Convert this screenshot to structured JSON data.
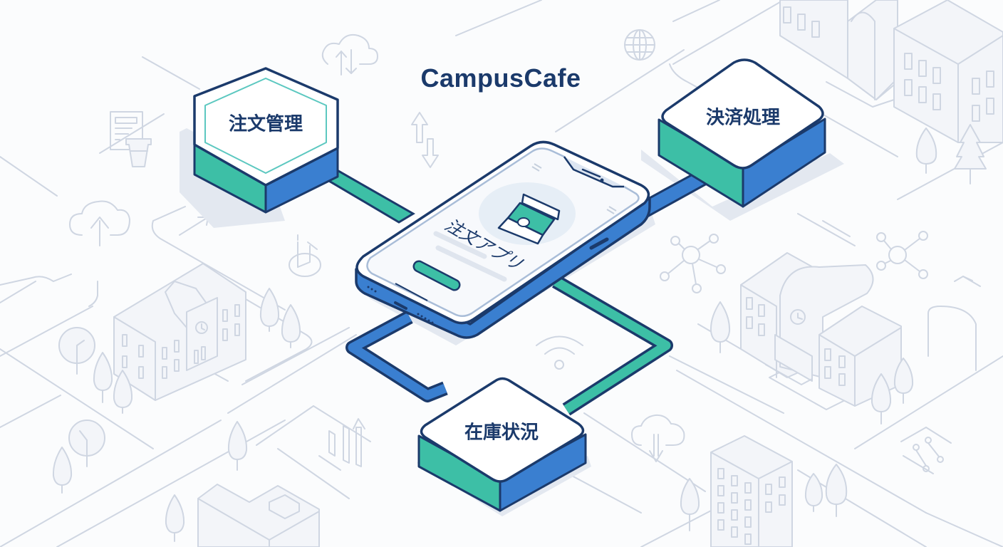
{
  "title": "CampusCafe",
  "colors": {
    "navy": "#1b3a6b",
    "teal": "#3dbfa6",
    "blue": "#3a7fd0",
    "line_gray": "#cfd6e2",
    "shadow": "#e3e8f0",
    "background": "#fbfcfd"
  },
  "nodes": [
    {
      "id": "order-management",
      "label": "注文管理",
      "shape": "hexagon"
    },
    {
      "id": "payment-processing",
      "label": "決済処理",
      "shape": "isometric-box"
    },
    {
      "id": "inventory-status",
      "label": "在庫状況",
      "shape": "isometric-box"
    }
  ],
  "phone": {
    "label": "注文アプリ",
    "icon": "coffee-cup-icon"
  },
  "background_icons": [
    "cloud-sync-icon",
    "globe-icon",
    "document-coffee-icon",
    "transfer-arrows-icon",
    "cloud-upload-icon",
    "location-pin-icon",
    "network-icon",
    "wifi-icon",
    "bar-chart-icon",
    "cloud-download-icon",
    "circuit-icon",
    "building-icon",
    "tree-icon"
  ]
}
